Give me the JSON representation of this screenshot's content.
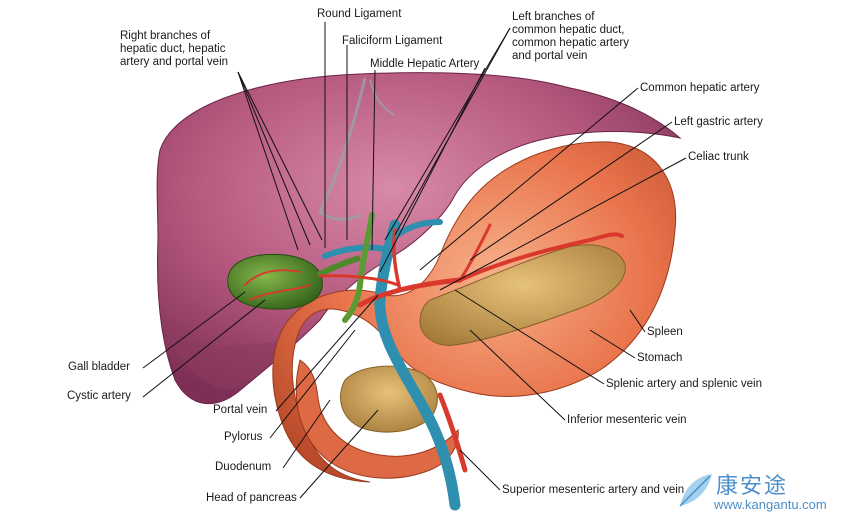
{
  "labels": {
    "round_ligament": "Round Ligament",
    "falciform_ligament": "Faliciform Ligament",
    "middle_hepatic_artery": "Middle Hepatic Artery",
    "right_branches": "Right branches of\nhepatic duct, hepatic\nartery and portal vein",
    "left_branches": "Left branches of\ncommon hepatic duct,\ncommon hepatic artery\nand portal vein",
    "common_hepatic_artery": "Common hepatic artery",
    "left_gastric_artery": "Left gastric artery",
    "celiac_trunk": "Celiac trunk",
    "spleen": "Spleen",
    "stomach": "Stomach",
    "splenic_artery_vein": "Splenic artery and splenic vein",
    "inferior_mesenteric_vein": "Inferior mesenteric vein",
    "superior_mesenteric": "Superior mesenteric artery and vein",
    "gall_bladder": "Gall bladder",
    "cystic_artery": "Cystic artery",
    "portal_vein": "Portal vein",
    "pylorus": "Pylorus",
    "duodenum": "Duodenum",
    "head_of_pancreas": "Head of pancreas"
  },
  "watermark": {
    "chinese": "康安途",
    "url": "www.kangantu.com"
  },
  "colors": {
    "liver": "#b5587e",
    "liver_dark": "#7e2f55",
    "stomach": "#e9744c",
    "pancreas": "#c8a05a",
    "gall_bladder": "#4e8a2a",
    "portal_vein": "#2f8fae",
    "artery": "#d8392c",
    "watermark": "#4d8fc9"
  }
}
